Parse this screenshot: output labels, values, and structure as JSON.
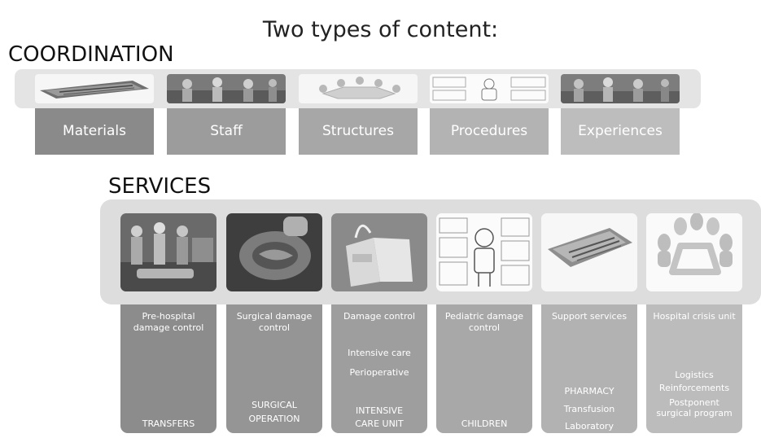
{
  "title": "Two types of content:",
  "coordination": {
    "label": "COORDINATION",
    "categories": [
      {
        "label": "Materials",
        "icon": "surgical-tray-icon",
        "color": "#8a8a8a"
      },
      {
        "label": "Staff",
        "icon": "staff-photo-icon",
        "color": "#9c9c9c"
      },
      {
        "label": "Structures",
        "icon": "structure-table-icon",
        "color": "#a7a7a7"
      },
      {
        "label": "Procedures",
        "icon": "procedure-document-icon",
        "color": "#b3b3b3"
      },
      {
        "label": "Experiences",
        "icon": "experience-photo-icon",
        "color": "#bdbdbd"
      }
    ]
  },
  "services": {
    "label": "SERVICES",
    "items": [
      {
        "head": "Pre-hospital damage control",
        "mid": [],
        "foot": [
          "TRANSFERS"
        ],
        "icon": "prehospital-scene-icon",
        "color": "#8c8c8c"
      },
      {
        "head": "Surgical damage control",
        "mid": [],
        "foot": [
          "SURGICAL",
          "OPERATION"
        ],
        "icon": "surgery-icon",
        "color": "#959595"
      },
      {
        "head": "Damage control",
        "mid": [
          "Intensive care",
          "Perioperative"
        ],
        "foot": [
          "INTENSIVE",
          "CARE UNIT"
        ],
        "icon": "intensive-care-icon",
        "color": "#9e9e9e"
      },
      {
        "head": "Pediatric damage control",
        "mid": [],
        "foot": [
          "CHILDREN"
        ],
        "icon": "pediatric-chart-icon",
        "color": "#a8a8a8"
      },
      {
        "head": "Support services",
        "mid": [
          "PHARMACY",
          "Transfusion",
          "Laboratory"
        ],
        "foot": [],
        "icon": "instrument-tray-icon",
        "color": "#b2b2b2"
      },
      {
        "head": "Hospital crisis unit",
        "mid": [
          "Logistics",
          "Reinforcements",
          "Postponent surgical program"
        ],
        "foot": [],
        "icon": "crisis-meeting-icon",
        "color": "#bcbcbc"
      }
    ]
  }
}
